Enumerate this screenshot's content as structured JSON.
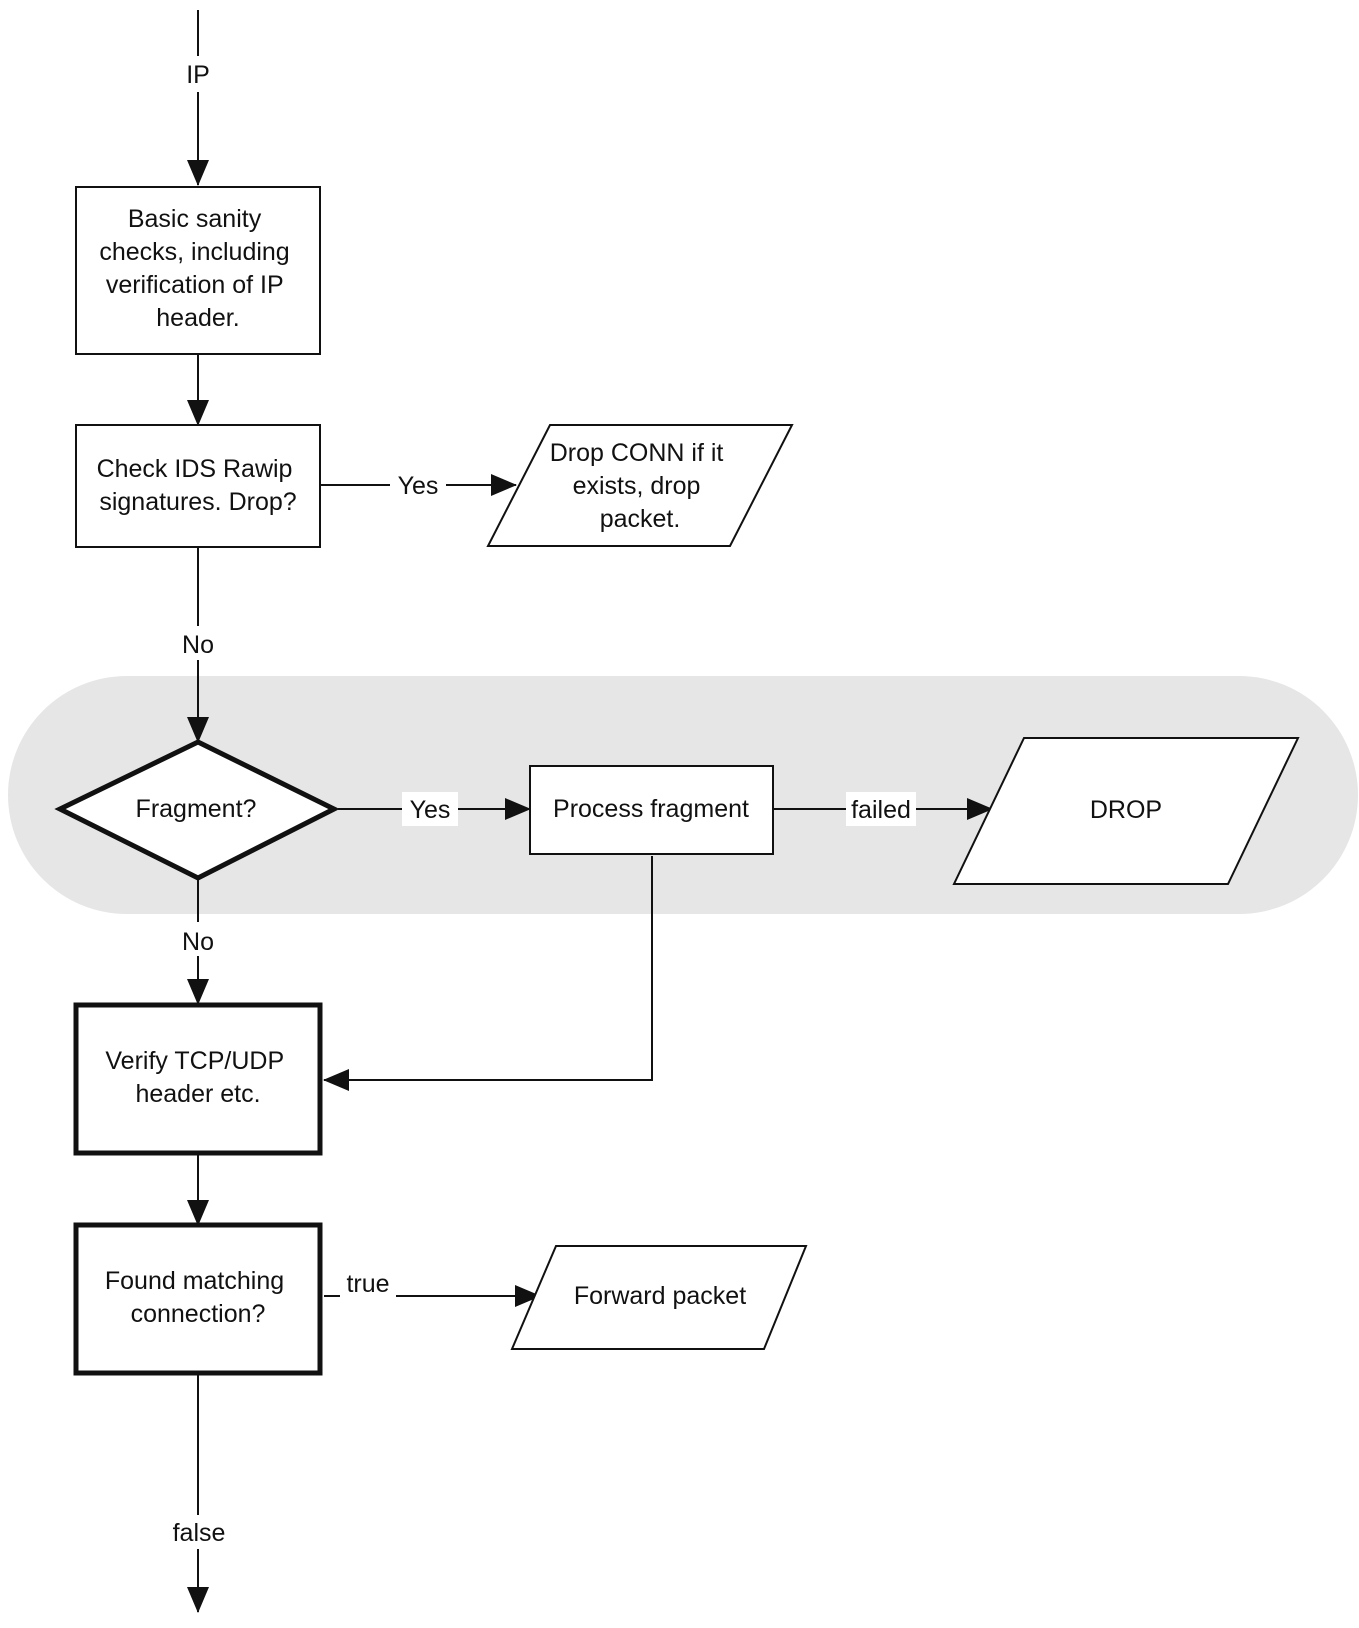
{
  "nodes": {
    "sanity_check": [
      "Basic sanity",
      "checks, including",
      "verification of IP",
      "header."
    ],
    "ids_check": [
      "Check IDS Rawip",
      "signatures. Drop?"
    ],
    "drop_conn": [
      "Drop CONN if it",
      "exists, drop",
      "packet."
    ],
    "fragment_decision": "Fragment?",
    "process_fragment": "Process fragment",
    "drop": "DROP",
    "verify_header": [
      "Verify TCP/UDP",
      "header etc."
    ],
    "matching_connection": [
      "Found matching",
      "connection?"
    ],
    "forward_packet": "Forward packet"
  },
  "edge_labels": {
    "input": "IP",
    "ids_yes": "Yes",
    "ids_no": "No",
    "fragment_yes": "Yes",
    "fragment_no": "No",
    "process_failed": "failed",
    "match_true": "true",
    "match_false": "false"
  },
  "colors": {
    "line": "#111111",
    "fragment_band": "#e6e6e6",
    "box_fill": "#ffffff"
  }
}
